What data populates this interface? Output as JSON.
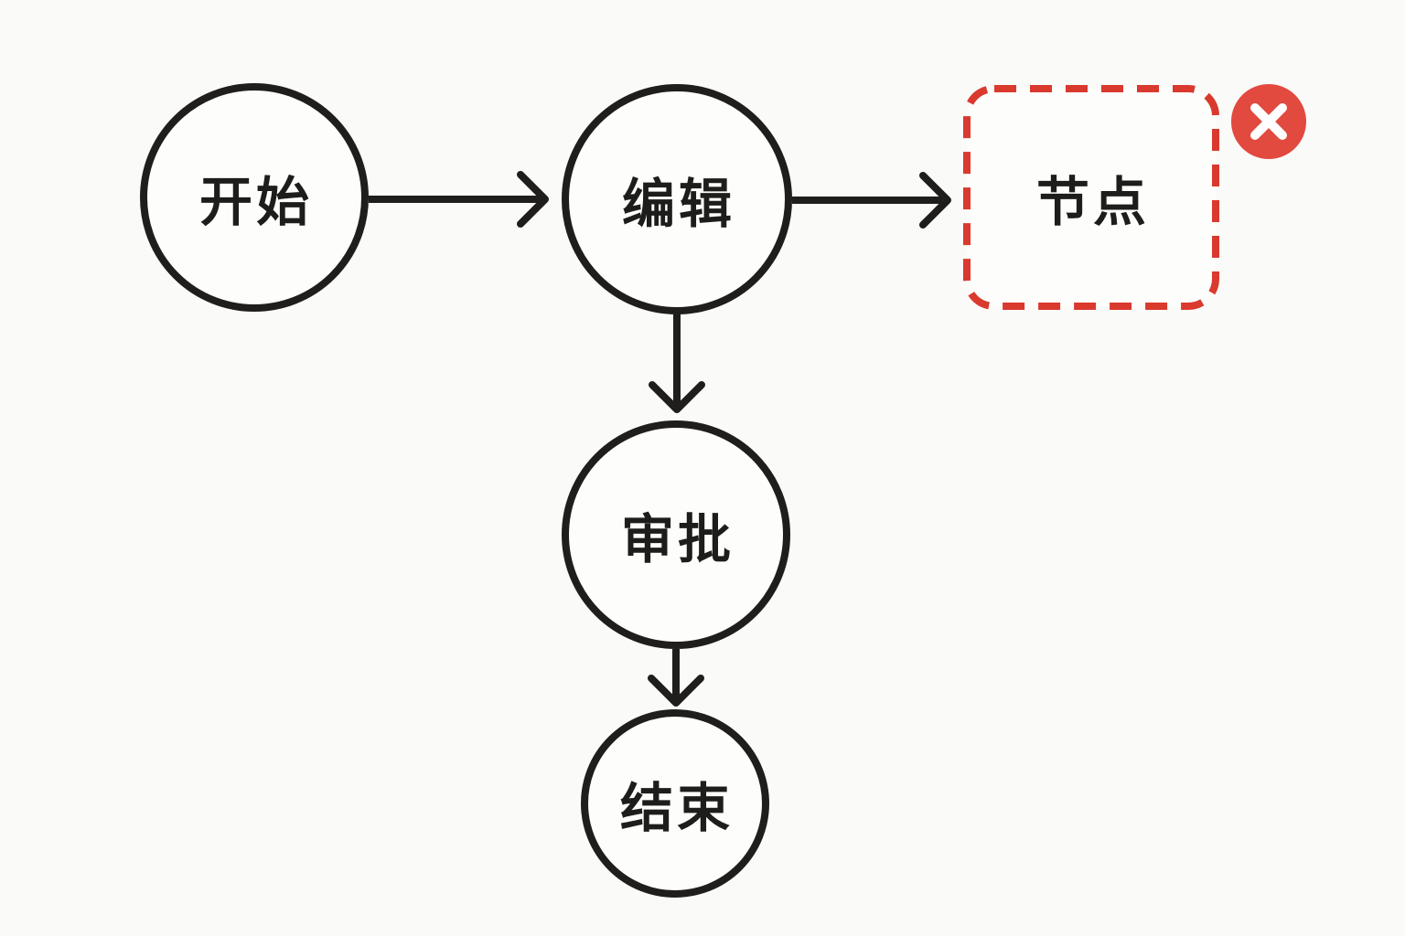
{
  "diagram": {
    "type": "flowchart",
    "background": "#fafaf8",
    "stroke_color": "#1f1e1c",
    "node_fill": "#fdfdfc",
    "text_color": "#1d1d1b",
    "danger_color": "#da392e",
    "close_button_color": "#e2493f",
    "close_icon_color": "#ffffff",
    "nodes": {
      "start": {
        "label": "开始",
        "shape": "circle"
      },
      "edit": {
        "label": "编辑",
        "shape": "circle"
      },
      "node": {
        "label": "节点",
        "shape": "dashed-rounded-rect",
        "highlight": "danger"
      },
      "approve": {
        "label": "审批",
        "shape": "circle"
      },
      "end": {
        "label": "结束",
        "shape": "circle"
      }
    },
    "edges": [
      {
        "from": "开始",
        "to": "编辑",
        "direction": "right"
      },
      {
        "from": "编辑",
        "to": "节点",
        "direction": "right"
      },
      {
        "from": "编辑",
        "to": "审批",
        "direction": "down"
      },
      {
        "from": "审批",
        "to": "结束",
        "direction": "down"
      }
    ],
    "close_button": {
      "icon": "x"
    }
  }
}
